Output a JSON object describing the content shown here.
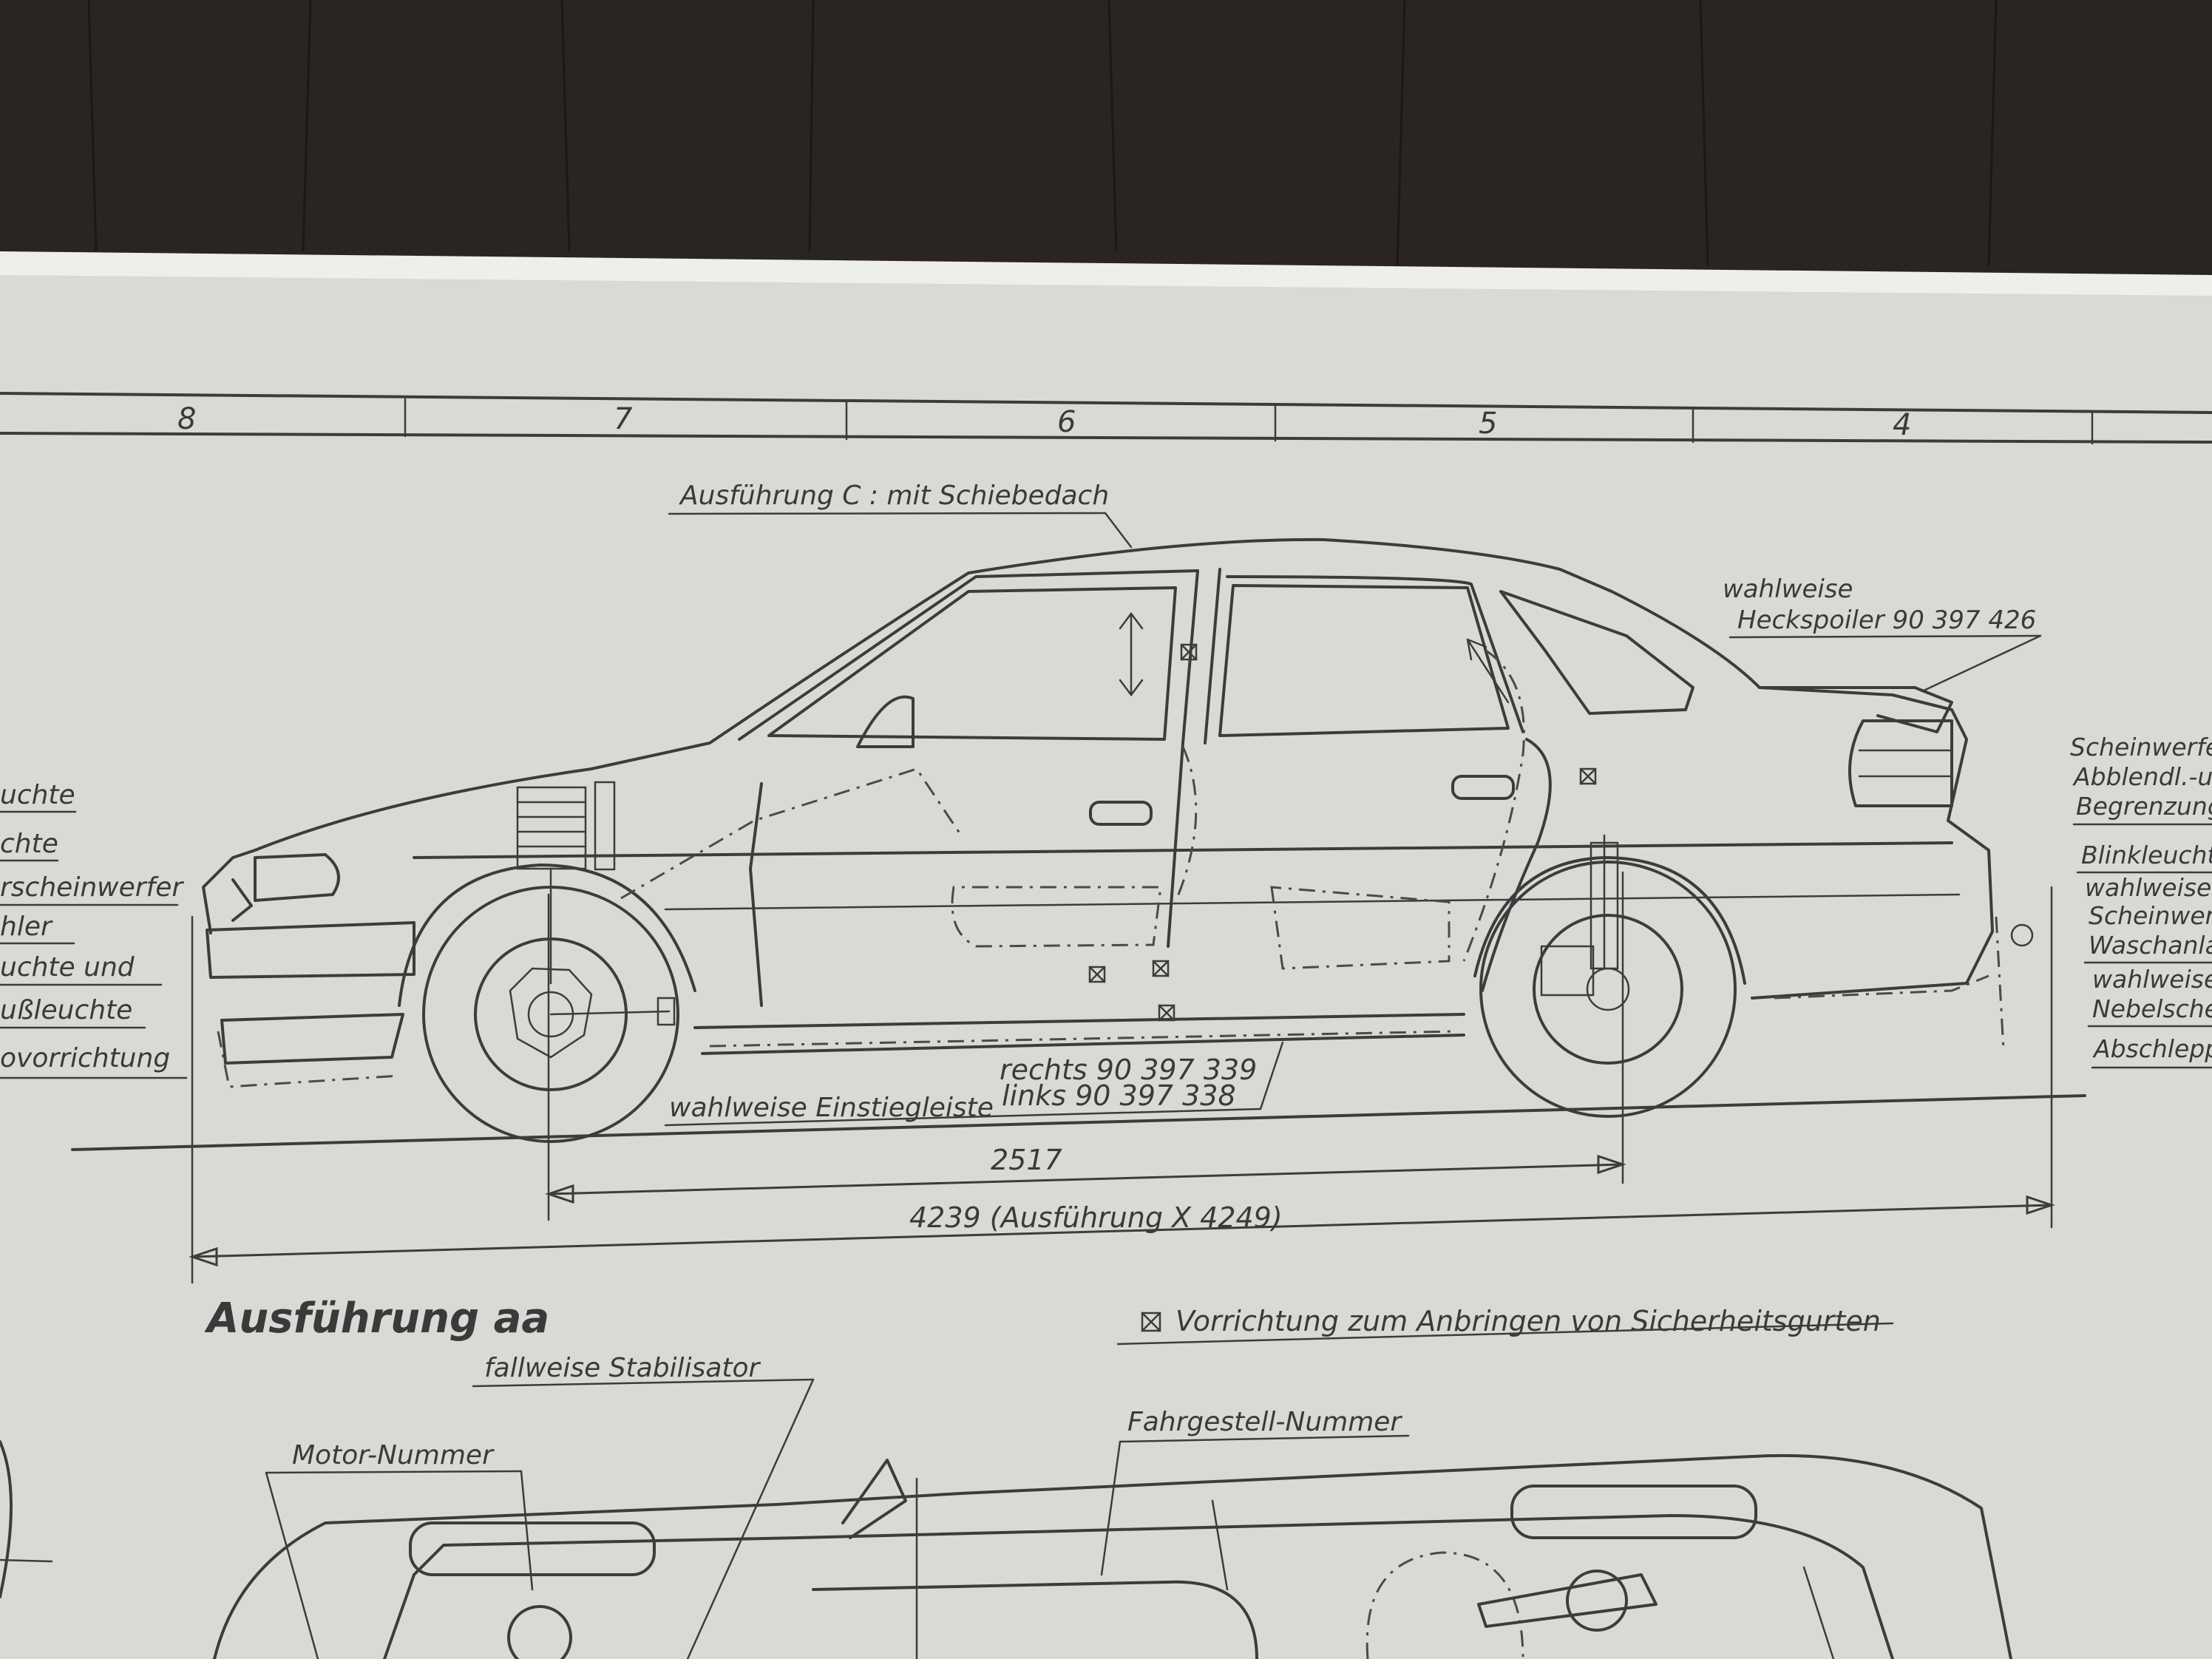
{
  "colors": {
    "background_wood": "#2b2522",
    "paper": "#d9dad5",
    "ink": "#3a3a3a"
  },
  "grid_numbers": [
    "8",
    "7",
    "6",
    "5",
    "4"
  ],
  "top_labels": {
    "sunroof": "Ausführung C : mit Schiebedach",
    "spoiler_line1": "wahlweise",
    "spoiler_line2": "Heckspoiler 90 397 426"
  },
  "left_labels": [
    "uchte",
    "chte",
    "rscheinwerfer",
    "hler",
    "uchte und",
    "ußleuchte",
    "ovorrichtung"
  ],
  "right_labels": [
    "Scheinwerfe",
    "Abblendl.-u",
    "Begrenzung",
    "Blinkleucht",
    "wahlweise",
    "Scheinwerf",
    "Waschanla",
    "wahlweise",
    "Nebelschei",
    "Abschlepp"
  ],
  "sill": {
    "right": "rechts 90 397 339",
    "left_prefix": "wahlweise Einstiegleiste",
    "left": "links 90 397 338"
  },
  "dimensions": {
    "wheelbase": "2517",
    "length": "4239 (Ausführung X 4249)"
  },
  "section_title": "Ausführung aa",
  "legend": "Vorrichtung zum Anbringen von Sicherheitsgurten",
  "lower_labels": {
    "stabilizer": "fallweise Stabilisator",
    "motor": "Motor-Nummer",
    "chassis": "Fahrgestell-Nummer"
  }
}
